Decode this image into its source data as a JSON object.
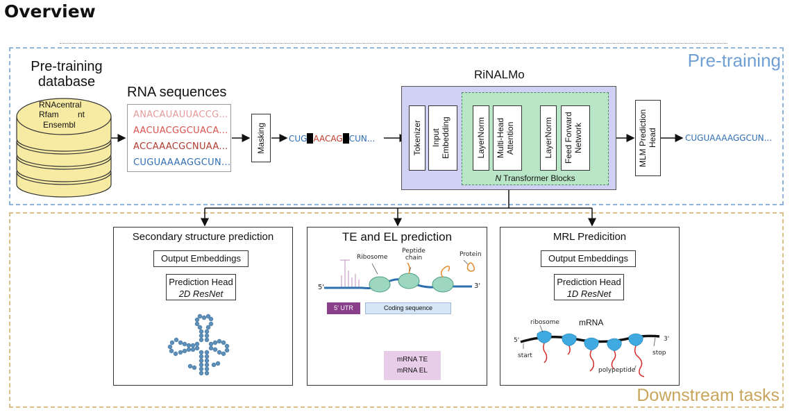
{
  "title": "Overview",
  "pretraining": {
    "label": "Pre-training",
    "database_title": "Pre-training database",
    "database_items": [
      "RNAcentral",
      "Rfam",
      "nt",
      "Ensembl"
    ],
    "sequences_title": "RNA sequences",
    "sequences": [
      {
        "text": "ANACAUAUUACCG...",
        "color": "#e59a9a"
      },
      {
        "text": "AACUACGGCUACA...",
        "color": "#d9534f"
      },
      {
        "text": "ACCAAACGCNUAA...",
        "color": "#c0392b"
      },
      {
        "text": "CUGUAAAAGGCUN...",
        "color": "#2f6db5"
      }
    ],
    "masking_label": "Masking",
    "masked_sequence": {
      "part1": "CUG",
      "part2": "AACAG",
      "part3": "CUN..."
    },
    "model_title": "RiNALMo",
    "tokenizer_label": "Tokenizer",
    "input_embedding_label": "Input Embedding",
    "layernorm1_label": "LayerNorm",
    "mha_label": "Multi-Head Attention",
    "layernorm2_label": "LayerNorm",
    "ffn_label": "Feed Forward Network",
    "transformer_label_n": "N",
    "transformer_label_rest": " Transformer Blocks",
    "mlm_head_label": "MLM Prediction Head",
    "output_sequence": "CUGUAAAAGGCUN..."
  },
  "downstream": {
    "label": "Downstream tasks",
    "secondary": {
      "title": "Secondary structure prediction",
      "embeddings": "Output Embeddings",
      "head": "Prediction Head",
      "head_model": "2D ResNet"
    },
    "te_el": {
      "title": "TE and EL prediction",
      "ribosome": "Ribosome",
      "peptide": "Peptide chain",
      "protein": "Protein",
      "five_prime": "5'",
      "three_prime": "3'",
      "utr": "5' UTR",
      "coding": "Coding sequence",
      "outputs": [
        "mRNA TE",
        "mRNA EL"
      ]
    },
    "mrl": {
      "title": "MRL Predicition",
      "embeddings": "Output Embeddings",
      "head": "Prediction Head",
      "head_model": "1D ResNet",
      "ribosome": "ribosome",
      "mrna": "mRNA",
      "five_prime": "5'",
      "three_prime": "3'",
      "start": "start",
      "stop": "stop",
      "polypeptide": "polypeptide"
    }
  },
  "colors": {
    "pretrain_border": "#8fb4dc",
    "downstream_border": "#d9bf85",
    "model_bg": "#cfd0f3",
    "transformer_bg": "#b9e6c6",
    "ribosome": "#3fa9e0",
    "peptide": "#d62b2b"
  }
}
